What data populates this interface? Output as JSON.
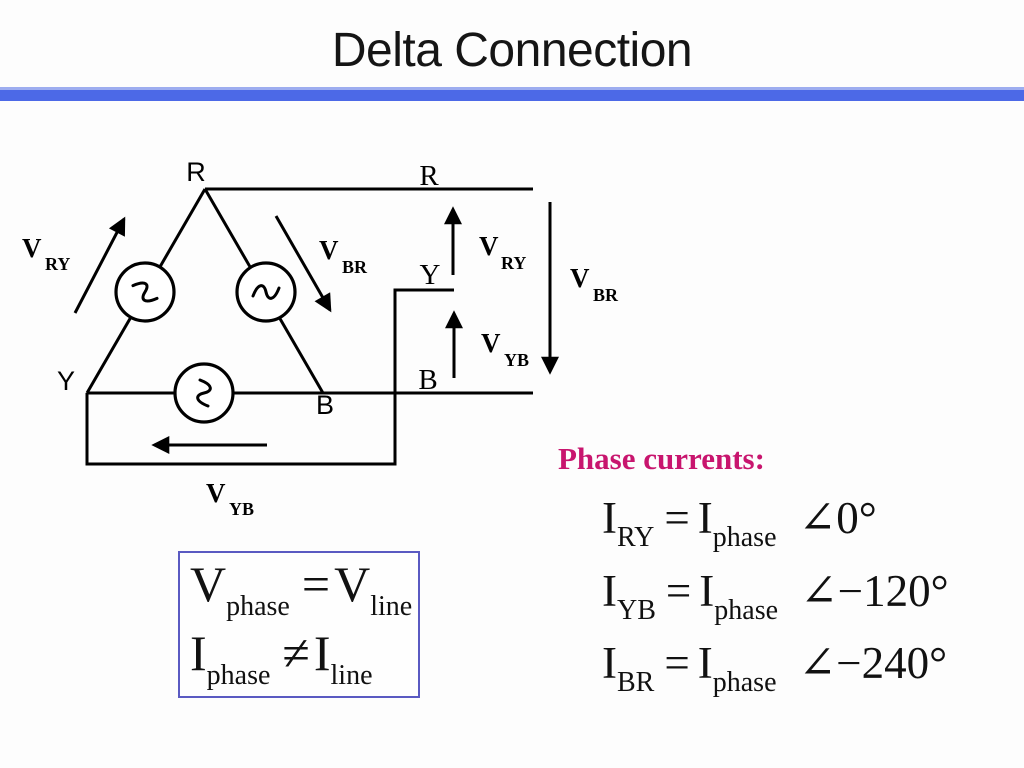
{
  "title": "Delta Connection",
  "colors": {
    "divider_blue": "#4c69e7",
    "heading_pink": "#c8156e",
    "box_border_blue": "#5a5ac2",
    "ink": "#000000"
  },
  "diagram": {
    "corner_labels": {
      "top": "R",
      "left": "Y",
      "bottom_right": "B"
    },
    "line_labels": {
      "r": "R",
      "y": "Y",
      "b": "B"
    },
    "voltages": {
      "ry_left": {
        "main": "V",
        "sub": "RY"
      },
      "br_top": {
        "main": "V",
        "sub": "BR"
      },
      "ry_line": {
        "main": "V",
        "sub": "RY"
      },
      "br_line": {
        "main": "V",
        "sub": "BR"
      },
      "yb_line": {
        "main": "V",
        "sub": "YB"
      },
      "yb_bottom": {
        "main": "V",
        "sub": "YB"
      }
    }
  },
  "phase_currents": {
    "heading": "Phase currents:",
    "equations": [
      {
        "lhs": "I",
        "lhs_sub": "RY",
        "op": "=",
        "rhs": "I",
        "rhs_sub": "phase",
        "angle": "∠0°"
      },
      {
        "lhs": "I",
        "lhs_sub": "YB",
        "op": "=",
        "rhs": "I",
        "rhs_sub": "phase",
        "angle": "∠−120°"
      },
      {
        "lhs": "I",
        "lhs_sub": "BR",
        "op": "=",
        "rhs": "I",
        "rhs_sub": "phase",
        "angle": "∠−240°"
      }
    ]
  },
  "relations_box": {
    "rows": [
      {
        "lhs": "V",
        "lhs_sub": "phase",
        "op": "=",
        "rhs": "V",
        "rhs_sub": "line"
      },
      {
        "lhs": "I",
        "lhs_sub": "phase",
        "op": "≠",
        "rhs": "I",
        "rhs_sub": "line"
      }
    ]
  }
}
